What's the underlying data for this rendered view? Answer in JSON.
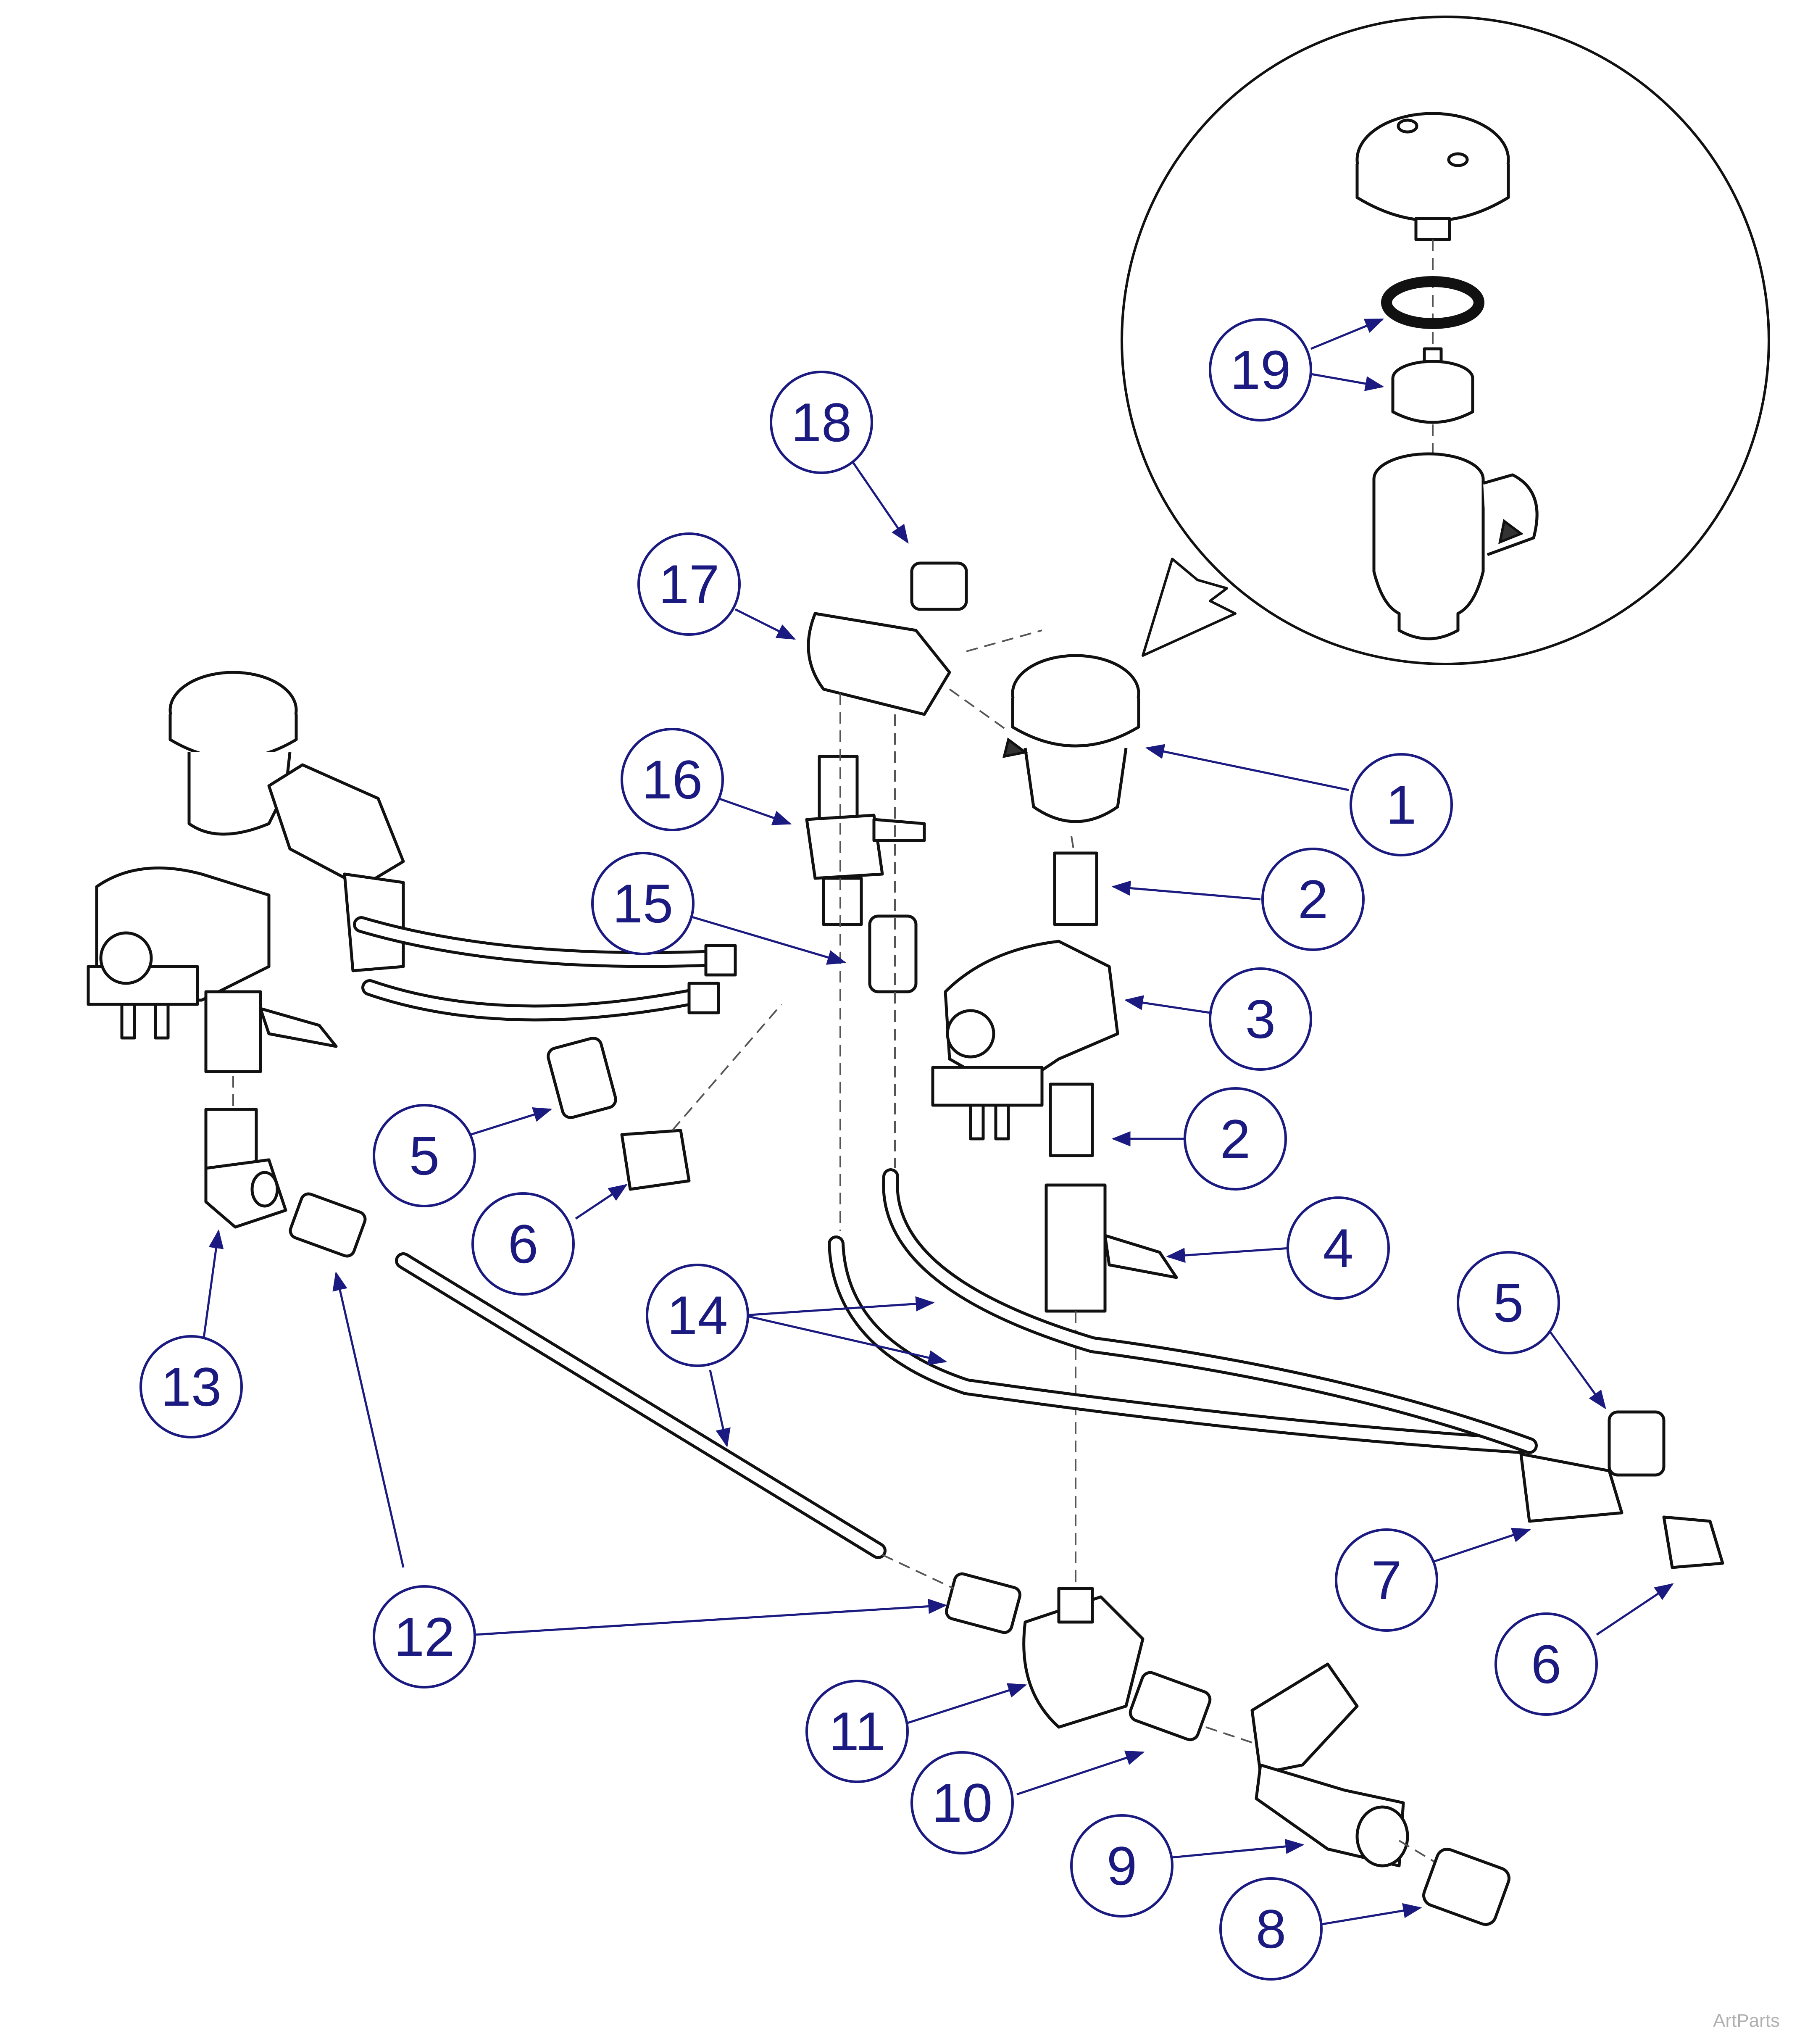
{
  "callouts": [
    {
      "id": "c1",
      "label": "1"
    },
    {
      "id": "c2a",
      "label": "2"
    },
    {
      "id": "c2b",
      "label": "2"
    },
    {
      "id": "c3",
      "label": "3"
    },
    {
      "id": "c4",
      "label": "4"
    },
    {
      "id": "c5a",
      "label": "5"
    },
    {
      "id": "c5b",
      "label": "5"
    },
    {
      "id": "c6a",
      "label": "6"
    },
    {
      "id": "c6b",
      "label": "6"
    },
    {
      "id": "c7",
      "label": "7"
    },
    {
      "id": "c8",
      "label": "8"
    },
    {
      "id": "c9",
      "label": "9"
    },
    {
      "id": "c10",
      "label": "10"
    },
    {
      "id": "c11",
      "label": "11"
    },
    {
      "id": "c12",
      "label": "12"
    },
    {
      "id": "c13",
      "label": "13"
    },
    {
      "id": "c14",
      "label": "14"
    },
    {
      "id": "c15",
      "label": "15"
    },
    {
      "id": "c16",
      "label": "16"
    },
    {
      "id": "c17",
      "label": "17"
    },
    {
      "id": "c18",
      "label": "18"
    },
    {
      "id": "c19",
      "label": "19"
    }
  ],
  "watermark": "ArtParts",
  "colors": {
    "callout": "#1a1a80",
    "line": "#111111"
  }
}
